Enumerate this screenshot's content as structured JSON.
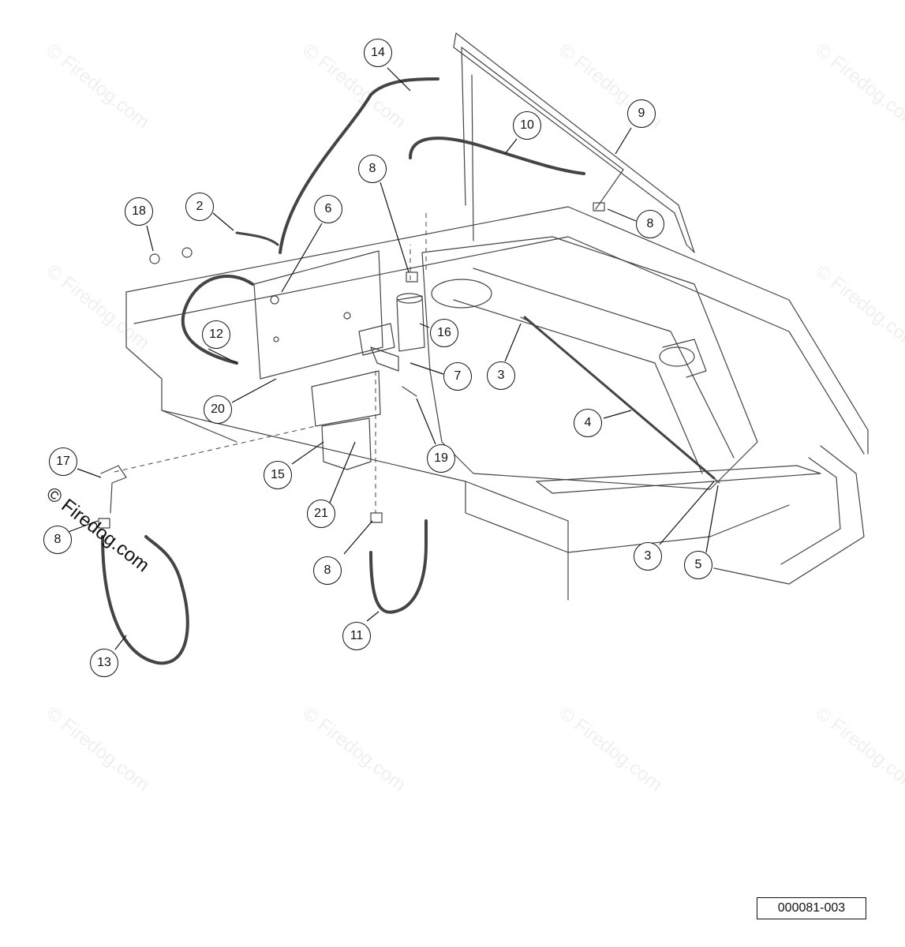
{
  "diagram": {
    "part_labels": [
      "14",
      "10",
      "9",
      "8",
      "18",
      "2",
      "6",
      "8",
      "12",
      "16",
      "7",
      "3",
      "4",
      "20",
      "19",
      "17",
      "15",
      "21",
      "8",
      "8",
      "3",
      "5",
      "11",
      "13"
    ],
    "reference_code": "000081-003",
    "watermark_text": "© Firedog.com"
  }
}
